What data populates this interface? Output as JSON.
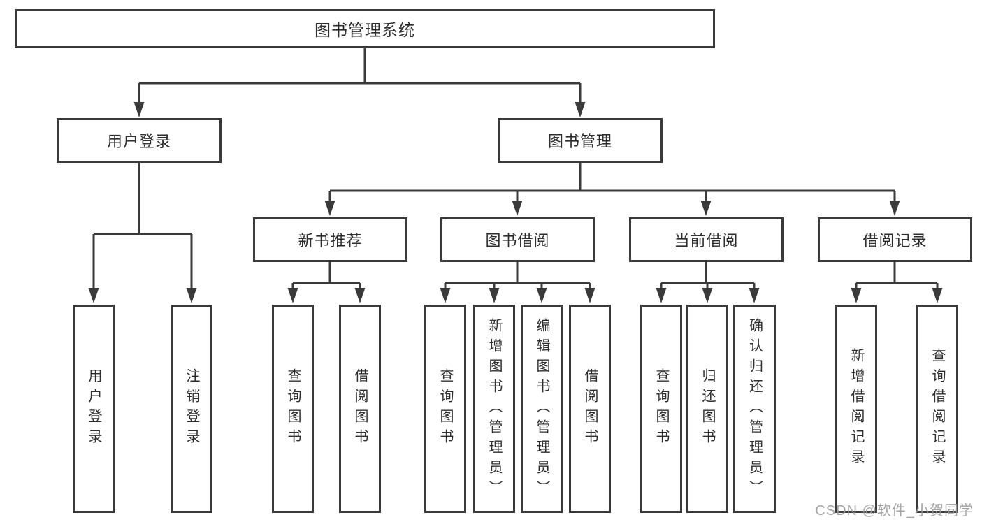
{
  "diagram_title": "图书管理系统",
  "tree": {
    "label": "图书管理系统",
    "children": [
      {
        "label": "用户登录",
        "children": [
          {
            "label": "用户登录"
          },
          {
            "label": "注销登录"
          }
        ]
      },
      {
        "label": "图书管理",
        "children": [
          {
            "label": "新书推荐",
            "children": [
              {
                "label": "查询图书"
              },
              {
                "label": "借阅图书"
              }
            ]
          },
          {
            "label": "图书借阅",
            "children": [
              {
                "label": "查询图书"
              },
              {
                "label": "新增图书（管理员）"
              },
              {
                "label": "编辑图书（管理员）"
              },
              {
                "label": "借阅图书"
              }
            ]
          },
          {
            "label": "当前借阅",
            "children": [
              {
                "label": "查询图书"
              },
              {
                "label": "归还图书"
              },
              {
                "label": "确认归还（管理员）"
              }
            ]
          },
          {
            "label": "借阅记录",
            "children": [
              {
                "label": "新增借阅记录"
              },
              {
                "label": "查询借阅记录"
              }
            ]
          }
        ]
      }
    ]
  },
  "watermark": {
    "text": "CSDN @软件_小贺同学"
  },
  "colors": {
    "line": "#3a3a3a",
    "text": "#2e2e2e",
    "watermark_text": "#9b9b9b",
    "background": "#ffffff"
  }
}
